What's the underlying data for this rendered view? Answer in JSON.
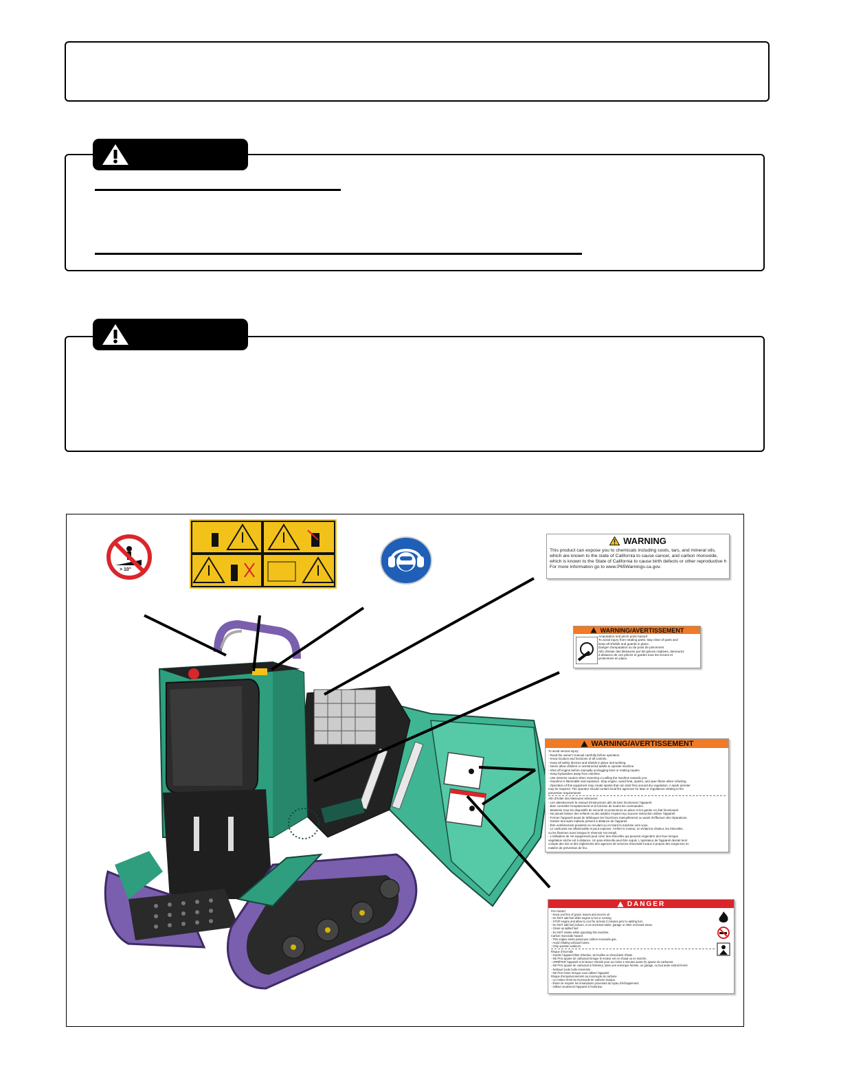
{
  "top_box": {},
  "warning_box_1": {},
  "warning_box_2": {},
  "decals": {
    "incline": {
      "label": "> 10°"
    },
    "p65": {
      "header": "WARNING",
      "lines": [
        "This product can expose you to chemicals including soots, tars, and mineral oils,",
        "which are known to the state of California to cause cancer, and carbon monoxide,",
        "which is known to the State of California to cause birth defects or other reproductive harm.",
        "For more information go to www.P65Warnings.ca.gov."
      ]
    },
    "amputation": {
      "header": "WARNING/AVERTISSEMENT",
      "lines": [
        "Amputation and pinch point hazard",
        "To avoid injury from rotating parts, stay clear of parts and",
        "keep all shields and guards in place.",
        "Danger d'amputation ou de point de pincement",
        "Afin d'éviter des blessures par les pièces rotatives, demeurez",
        "à distance de ces pièces et gardez tous les écrans et",
        "protections en place."
      ]
    },
    "injury": {
      "header": "WARNING/AVERTISSEMENT",
      "lines": [
        "To avoid serious injury:",
        "- Read the owner's manual carefully before operation.",
        "- Know location and functions of all controls.",
        "- Keep all safety devices and shields in place and working.",
        "- Never allow children or uninstructed adults to operate machine.",
        "- Shut off engine before manually unclogging tines or making repairs.",
        "- Keep bystanders away from machine.",
        "- Use extreme caution when reversing or pulling the machine towards you.",
        "- Gasoline is flammable and explosive. Stop engine, avoid heat, sparks, and open flame when refueling.",
        "- Operation of this equipment may create sparks that can start fires around dry vegetation. A spark arrester",
        "  may be required. The operator should contact local fire agencies for laws or regulations relating to fire",
        "  prevention requirements.",
        "Afin d'éviter des blessures sérieuses:",
        "- Lire attentivement le manuel d'instructions afin de bien fonctionner l'appareil.",
        "- Bien connaître l'emplacement et la fonction de toutes les commandes.",
        "- Maintenir tous les dispositifs de sécurité et protecteurs en place et les garder en état fonctionnel.",
        "- Ne jamais laisser des enfants ou des adultes n'ayant reçu aucune instruction utiliser l'appareil.",
        "- Fermer l'appareil avant de débloquer les fourchons manuellement ou avant d'effectuer des réparations.",
        "- Garder tout autre individu présent à distance de l'appareil.",
        "- Être extrêmement prudents en reculant ou en tirant la machine vers vous.",
        "- Le carburant est inflammable et peut exploser. Arrêter le moteur, en évitant la chaleur, les étincelles,",
        "  ou les flammes nues lorsque le réservoir est rempli.",
        "- L'utilisation de cet équipement peut créer des étincelles qui peuvent engendrer des feux lorsque",
        "  végétation sèche est à distance. Un pare-étincelle peut être requis. L'opérateur de l'appareil devrait tenir",
        "  compte des lois et des règlements des agences de services d'incendie locaux à propos des exigences en",
        "  matière de prévention de feu."
      ]
    },
    "danger": {
      "header": "DANGER",
      "lines": [
        "Fire hazard",
        "- Keep unit free of grass, leaves and excess oil.",
        "- Do NOT add fuel while engine is hot or running.",
        "- STOP engine and allow to cool for at least 3 minutes prior to adding fuel.",
        "- Do NOT add fuel indoors, in an enclosed trailer, garage or other enclosed areas.",
        "- Clean up spilled fuel.",
        "- Do NOT smoke while operating this machine.",
        "Carbon monoxide hazard",
        "- This engine emits poisonous carbon monoxide gas.",
        "- Avoid inhaling exhaust fumes.",
        "- Only operate outdoors.",
        "Risque d'incendie",
        "- Garder l'appareil libre d'herbes, de feuilles ou d'excédent d'huile.",
        "- NE PAS ajouter de carburant lorsque le moteur est en chaud ou en marche.",
        "- ARRÊTER l'appareil et le laisser refroidir pour au moins 3 minutes avant d'y ajouter du carburant.",
        "- NE PAS ajouter de carburant à l'intérieur, dans une remorque fermée, un garage, ou tout autre endroit fermé.",
        "- Nettoyer toute huile renversée.",
        "- NE PAS fumer lorsque vous utilisez l'appareil.",
        "Risque d'empoisonnement au monoxyde de carbone",
        "- Le moteur émet du monoxyde de carbone toxique.",
        "- Éviter de respirer les émanations provenant du tuyau d'échappement.",
        "- Utiliser seulement l'appareil à l'extérieur."
      ]
    }
  },
  "colors": {
    "machine_teal": "#2e9e7e",
    "track_purple": "#7a5fae",
    "decal_orange": "#f07a26",
    "decal_red": "#d9262b",
    "pictogram_yellow": "#f2c21b",
    "ppe_blue": "#1f5fb8"
  }
}
